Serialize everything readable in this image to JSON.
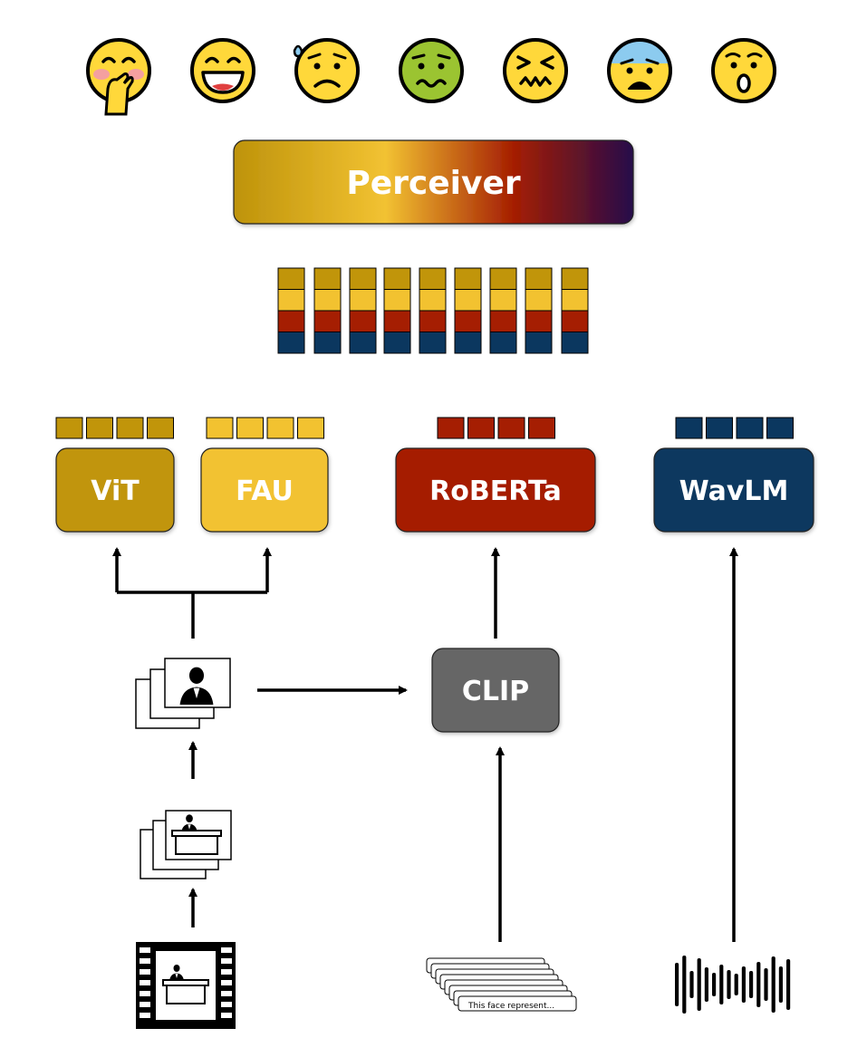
{
  "colors": {
    "vit": "#C1950A",
    "fau": "#F2C230",
    "roberta": "#A51E02",
    "wavlm": "#0B375F",
    "clip": "#666666",
    "perceiver_gradient": [
      "#BE930B",
      "#F2C232",
      "#A51E02",
      "#260A4A"
    ],
    "emoji_yellow": "#FFD83A",
    "emoji_green": "#9BC431",
    "emoji_blue": "#8CCBEF"
  },
  "emotions": [
    {
      "icon": "embarrassed-face-icon"
    },
    {
      "icon": "grinning-face-icon"
    },
    {
      "icon": "anxious-sweat-face-icon"
    },
    {
      "icon": "nauseated-face-icon"
    },
    {
      "icon": "confounded-face-icon"
    },
    {
      "icon": "fearful-face-icon"
    },
    {
      "icon": "surprised-face-icon"
    }
  ],
  "perceiver": {
    "label": "Perceiver"
  },
  "encoders": {
    "vit": {
      "label": "ViT"
    },
    "fau": {
      "label": "FAU"
    },
    "roberta": {
      "label": "RoBERTa"
    },
    "wavlm": {
      "label": "WavLM"
    },
    "clip": {
      "label": "CLIP"
    }
  },
  "inputs": {
    "video": {
      "icon": "film-strip-icon"
    },
    "frames": {
      "icon": "video-frames-icon"
    },
    "faces": {
      "icon": "cropped-faces-icon"
    },
    "captions": {
      "icon": "text-captions-icon",
      "text": "This face represent..."
    },
    "audio": {
      "icon": "audio-waveform-icon"
    }
  }
}
